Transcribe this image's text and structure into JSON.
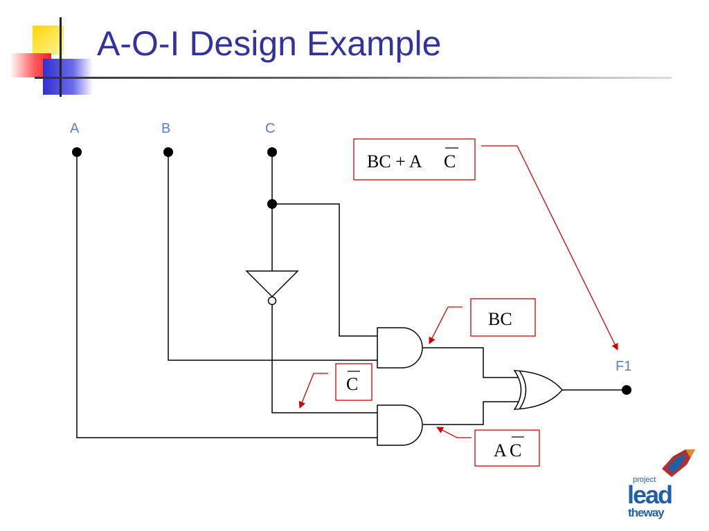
{
  "slide": {
    "title": "A-O-I Design Example"
  },
  "inputs": {
    "a": "A",
    "b": "B",
    "c": "C"
  },
  "output": {
    "f1": "F1"
  },
  "annotations": {
    "sum": {
      "p1": "BC + A",
      "p2": "C"
    },
    "bc": "BC",
    "cbar": "C",
    "acbar": {
      "p1": "A",
      "p2": "C"
    }
  },
  "logo": {
    "line1": "project",
    "line2": "lead",
    "line3": "theway"
  },
  "colors": {
    "title": "#33339a",
    "input_label": "#5a7fc8",
    "annotation": "#cc0000"
  }
}
